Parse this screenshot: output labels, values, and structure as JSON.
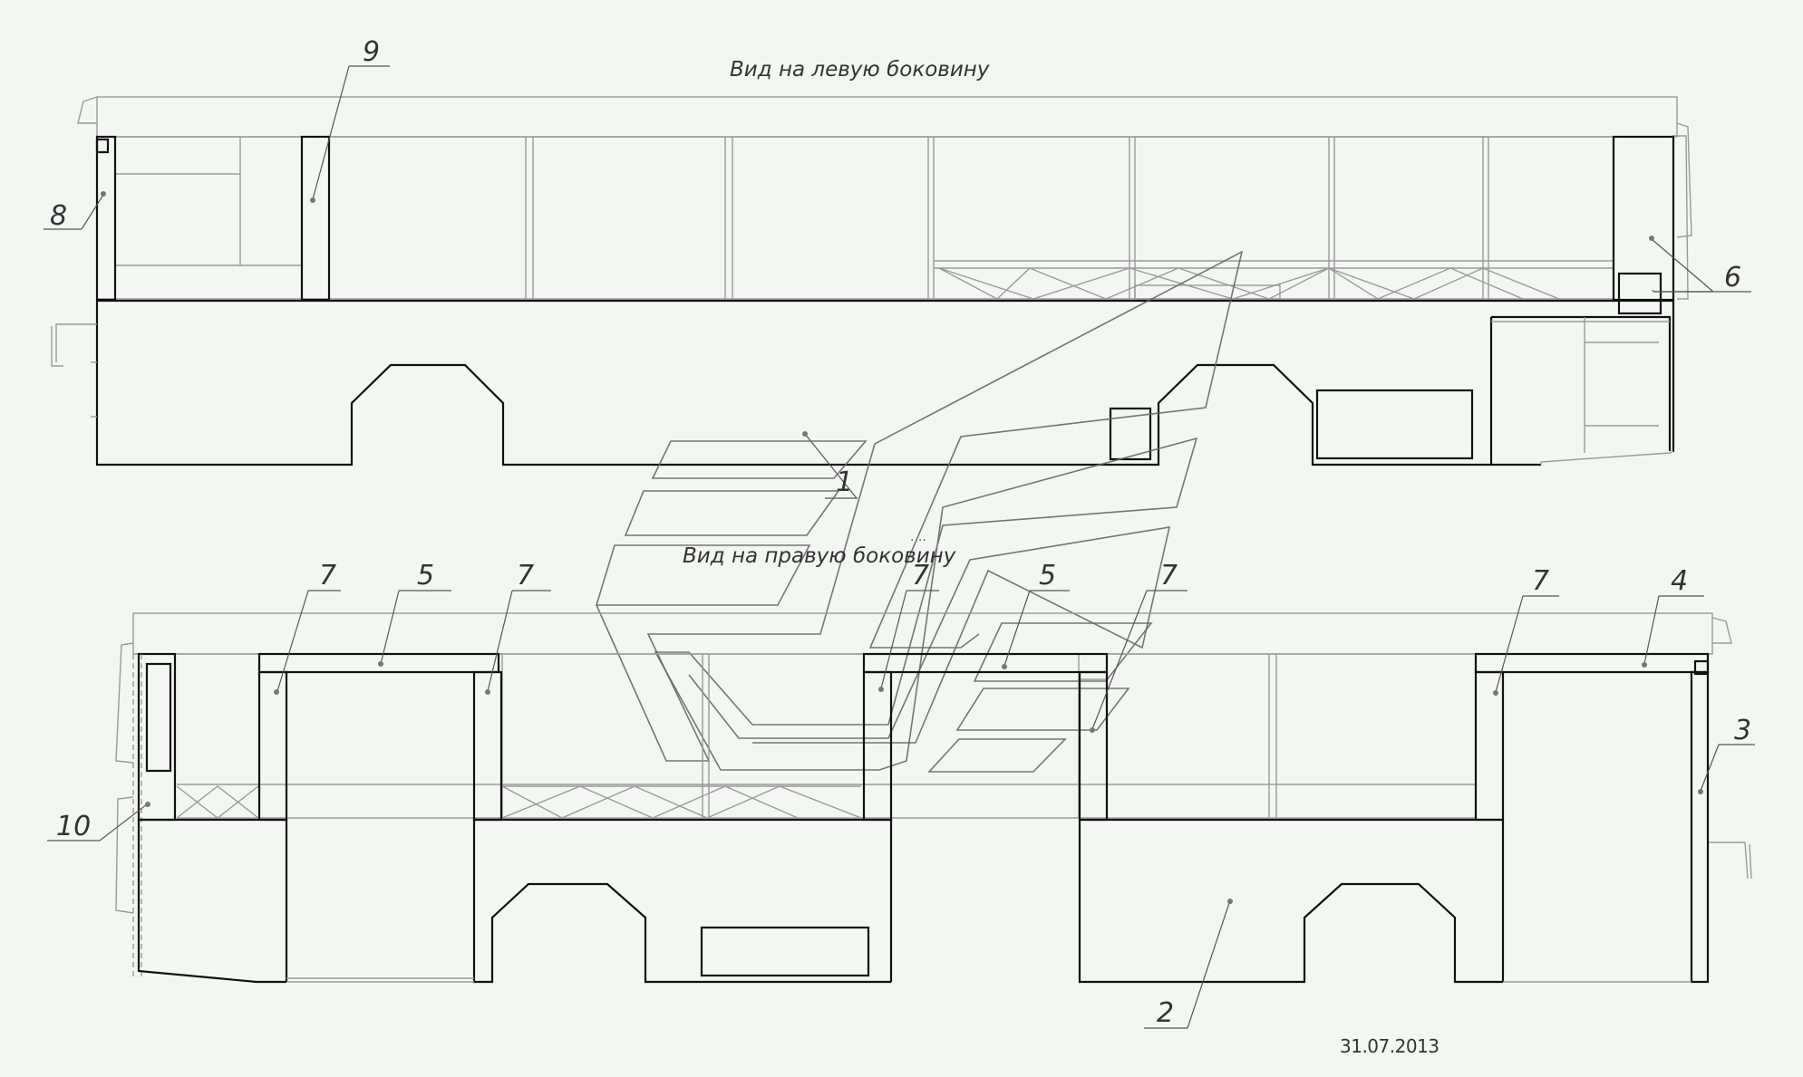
{
  "views": {
    "left_title": "Вид на левую боковину",
    "right_title": "Вид на правую боковину"
  },
  "callouts": {
    "n1": "1",
    "n2": "2",
    "n3": "3",
    "n4": "4",
    "n5a": "5",
    "n5b": "5",
    "n6": "6",
    "n7a": "7",
    "n7b": "7",
    "n7c": "7",
    "n7d": "7",
    "n7e": "7",
    "n8": "8",
    "n9": "9",
    "n10": "10"
  },
  "date": "31.07.2013",
  "colors": {
    "background": "#f3f7f2",
    "line": "#111111",
    "frame": "#9a9a9a"
  }
}
